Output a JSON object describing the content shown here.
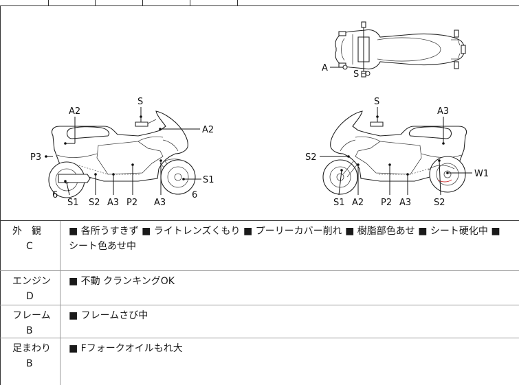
{
  "diagram": {
    "top_labels": {
      "a": "A",
      "s": "S"
    },
    "left_view": {
      "callouts": {
        "a2_top": "A2",
        "s_top": "S",
        "a2_right": "A2",
        "p3": "P3",
        "s1_right": "S1",
        "six_left": "6",
        "six_right": "6",
        "bottom": [
          "S1",
          "S2",
          "A3",
          "P2",
          "A3"
        ]
      }
    },
    "right_view": {
      "callouts": {
        "s_top": "S",
        "a3_top": "A3",
        "s2_left": "S2",
        "w1": "W1",
        "bottom": [
          "S1",
          "A2",
          "P2",
          "A3",
          "S2"
        ]
      }
    }
  },
  "conditions": [
    {
      "name": "外　観",
      "grade": "C",
      "text": "■ 各所うすきず ■ ライトレンズくもり ■ プーリーカバー削れ ■ 樹脂部色あせ ■ シート硬化中 ■ シート色あせ中"
    },
    {
      "name": "エンジン",
      "grade": "D",
      "text": "■ 不動 クランキングOK"
    },
    {
      "name": "フレーム",
      "grade": "B",
      "text": "■ フレームさび中"
    },
    {
      "name": "足まわり",
      "grade": "B",
      "text": "■ Fフォークオイルもれ大"
    }
  ]
}
